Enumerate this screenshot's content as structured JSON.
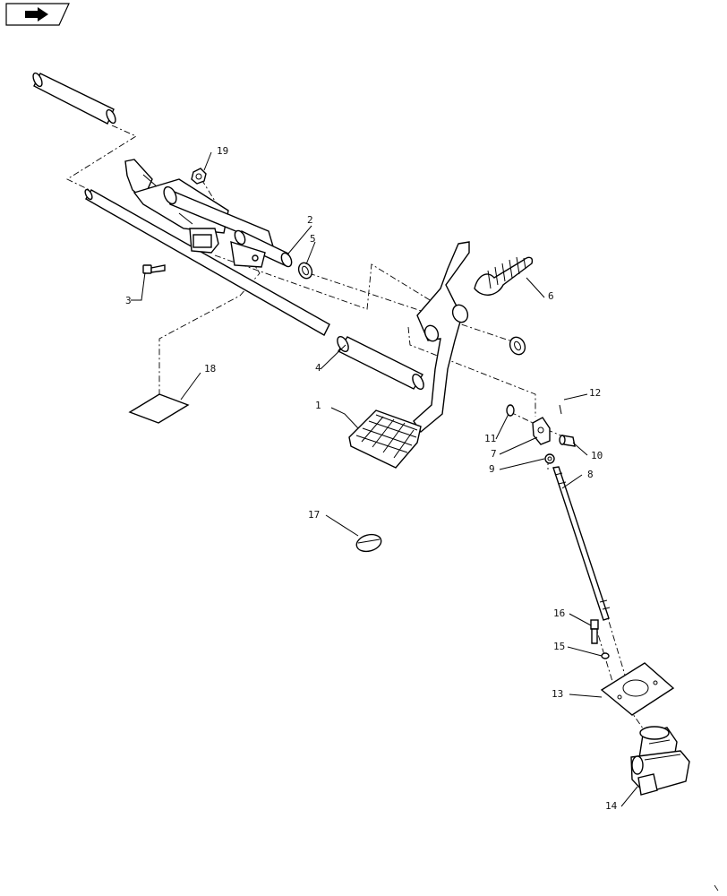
{
  "nav": {
    "icon": "arrow-right-icon"
  },
  "callouts": [
    {
      "label": "1"
    },
    {
      "label": "2"
    },
    {
      "label": "3"
    },
    {
      "label": "4"
    },
    {
      "label": "5"
    },
    {
      "label": "6"
    },
    {
      "label": "7"
    },
    {
      "label": "8"
    },
    {
      "label": "9"
    },
    {
      "label": "10"
    },
    {
      "label": "11"
    },
    {
      "label": "12"
    },
    {
      "label": "13"
    },
    {
      "label": "14"
    },
    {
      "label": "15"
    },
    {
      "label": "16"
    },
    {
      "label": "17"
    },
    {
      "label": "18"
    },
    {
      "label": "19"
    }
  ]
}
